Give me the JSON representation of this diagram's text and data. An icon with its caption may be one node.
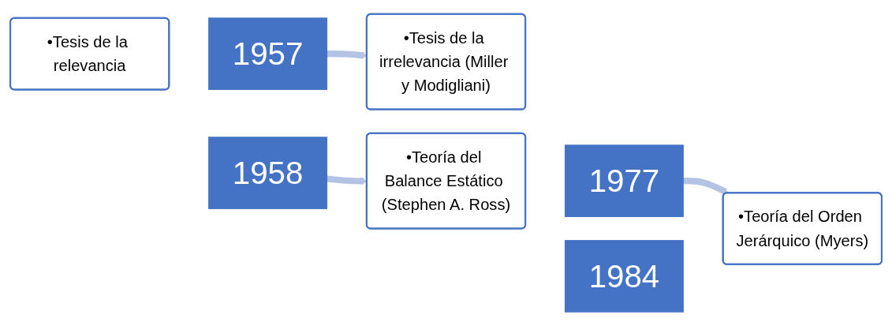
{
  "diagram": {
    "nodes": [
      {
        "text": [
          "•Tesis de la relevancia"
        ]
      },
      {
        "text": [
          "1957"
        ]
      },
      {
        "text": [
          "1958"
        ]
      },
      {
        "text": [
          "•Tesis de la irrelevancia (Miller y Modigliani)"
        ]
      },
      {
        "text": [
          "•Teoría del Balance Estático (Stephen A. Ross)"
        ]
      },
      {
        "text": [
          "1977"
        ]
      },
      {
        "text": [
          "1984"
        ]
      },
      {
        "text": [
          "•Teoría del Orden Jerárquico (Myers)"
        ]
      }
    ],
    "edges": [
      {
        "from": 1,
        "to": 3,
        "arrow": "to"
      },
      {
        "from": 2,
        "to": 4,
        "arrow": "to"
      },
      {
        "from": 5,
        "to": 7,
        "arrow": "to"
      }
    ]
  }
}
